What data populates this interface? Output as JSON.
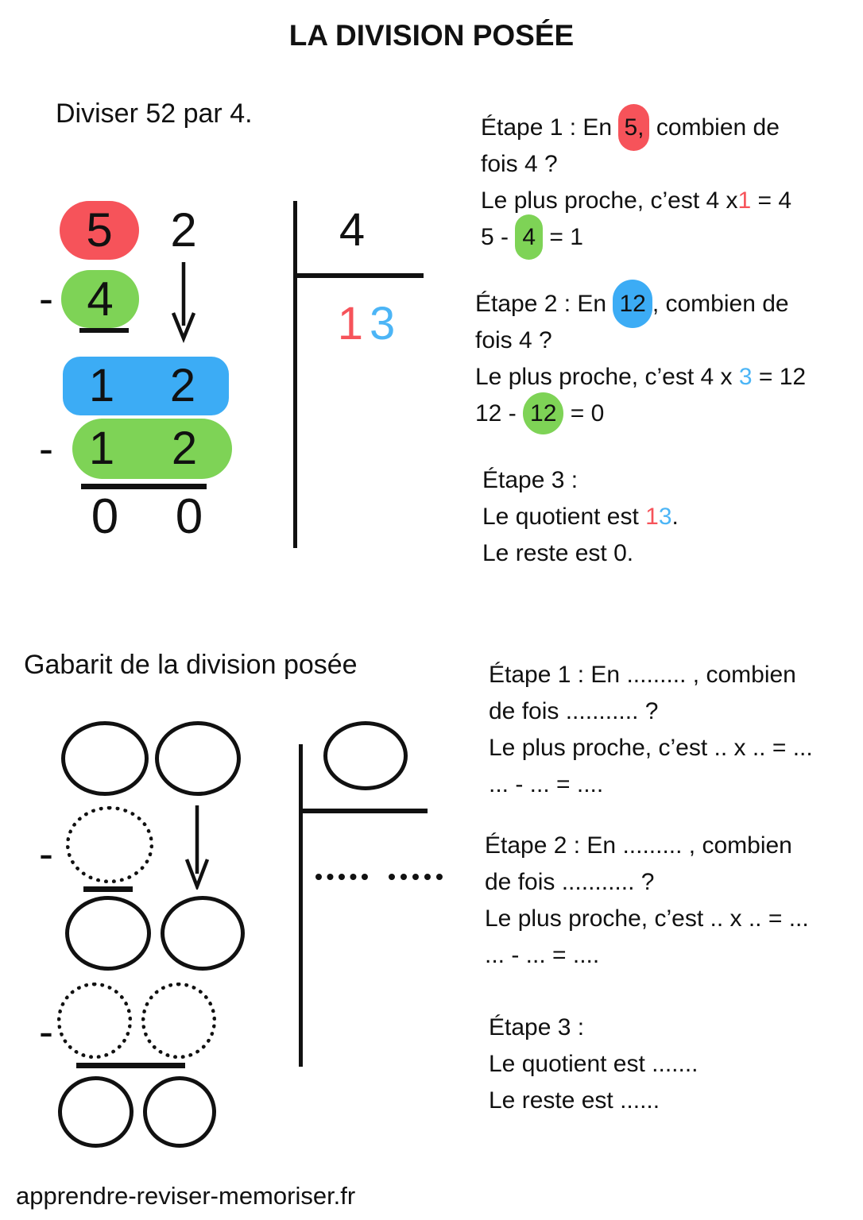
{
  "title": "LA DIVISION POSÉE",
  "footer": "apprendre-reviser-memoriser.fr",
  "colors": {
    "red": "#F6535A",
    "green": "#7ED356",
    "blue": "#3CACF5",
    "blue_text": "#4CB5F6",
    "ink": "#111111"
  },
  "example": {
    "heading": "Diviser 52 par 4.",
    "figure": {
      "dividend_tens": "5",
      "dividend_units": "2",
      "minus1": "-",
      "sub1": "4",
      "divisor": "4",
      "quotient_tens": "1",
      "quotient_units": "3",
      "row2_tens": "1",
      "row2_units": "2",
      "minus2": "-",
      "sub2_tens": "1",
      "sub2_units": "2",
      "rem_tens": "0",
      "rem_units": "0"
    },
    "step1": {
      "l1a": "Étape 1 : En ",
      "l1hl": "5,",
      "l1b": " combien de",
      "l2": "fois 4 ?",
      "l3a": "Le plus proche, c’est 4 x",
      "l3n": "1",
      "l3b": " = 4",
      "l4a": "5 - ",
      "l4hl": "4",
      "l4b": " = 1"
    },
    "step2": {
      "l1a": "Étape 2 : En ",
      "l1hl": "12",
      "l1b": ", combien de",
      "l2": "fois 4 ?",
      "l3a": "Le plus proche, c’est 4 x ",
      "l3n": "3",
      "l3b": " = 12",
      "l4a": "12 - ",
      "l4hl": "12",
      "l4b": " = 0"
    },
    "step3": {
      "l1": "Étape 3 :",
      "l2a": "Le quotient est ",
      "l2red": "1",
      "l2blue": "3",
      "l2dot": ".",
      "l3": "Le reste est 0."
    }
  },
  "template": {
    "heading": "Gabarit de la division posée",
    "minus": "-",
    "step1": {
      "l1": "Étape 1 : En ......... , combien",
      "l2": "de fois ........... ?",
      "l3": "Le plus proche, c’est .. x .. = ...",
      "l4": "... - ... = ...."
    },
    "step2": {
      "l1": "Étape 2 : En ......... , combien",
      "l2": "de fois ........... ?",
      "l3": "Le plus proche, c’est .. x .. = ...",
      "l4": "... - ... = ...."
    },
    "step3": {
      "l1": "Étape 3 :",
      "l2": "Le quotient est .......",
      "l3": "Le reste est ......"
    }
  }
}
